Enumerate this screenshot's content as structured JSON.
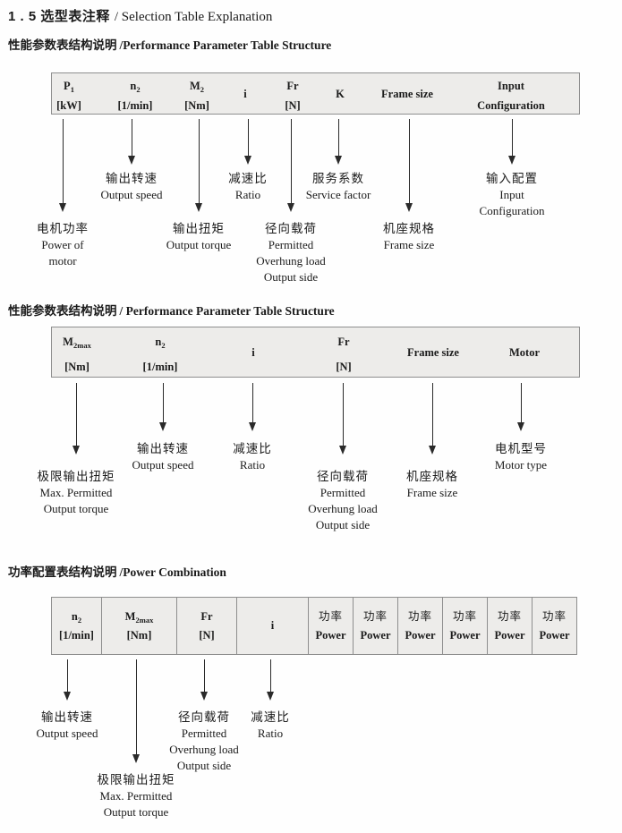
{
  "title": {
    "zh": "1 . 5 选型表注释",
    "en": "/ Selection Table Explanation"
  },
  "s1": {
    "heading": {
      "zh": "性能参数表结构说明",
      "en": "/Performance Parameter Table Structure"
    },
    "columns": [
      {
        "l1": "P",
        "sub": "1",
        "l2": "[kW]"
      },
      {
        "l1": "n",
        "sub": "2",
        "l2": "[1/min]"
      },
      {
        "l1": "M",
        "sub": "2",
        "l2": "[Nm]"
      },
      {
        "l1": "i"
      },
      {
        "l1": "Fr",
        "l2": "[N]"
      },
      {
        "l1": "K"
      },
      {
        "l1": "Frame size"
      },
      {
        "l1": "Input",
        "l2": "Configuration"
      }
    ],
    "callouts": [
      {
        "lines": [
          "电机功率",
          "Power of",
          "motor"
        ]
      },
      {
        "lines": [
          "输出转速",
          "Output speed"
        ]
      },
      {
        "lines": [
          "输出扭矩",
          "Output torque"
        ]
      },
      {
        "lines": [
          "减速比",
          "Ratio"
        ]
      },
      {
        "lines": [
          "径向载荷",
          "Permitted",
          "Overhung load",
          "Output side"
        ]
      },
      {
        "lines": [
          "服务系数",
          "Service factor"
        ]
      },
      {
        "lines": [
          "机座规格",
          "Frame size"
        ]
      },
      {
        "lines": [
          "输入配置",
          "Input",
          "Configuration"
        ]
      }
    ]
  },
  "s2": {
    "heading": {
      "zh": "性能参数表结构说明",
      "en": "/ Performance Parameter Table Structure"
    },
    "columns": [
      {
        "l1": "M",
        "sub": "2max",
        "l2": "[Nm]"
      },
      {
        "l1": "n",
        "sub": "2",
        "l2": "[1/min]"
      },
      {
        "l1": "i"
      },
      {
        "l1": "Fr",
        "l2": "[N]"
      },
      {
        "l1": "Frame size"
      },
      {
        "l1": "Motor"
      }
    ],
    "callouts": [
      {
        "lines": [
          "极限输出扭矩",
          "Max. Permitted",
          "Output torque"
        ]
      },
      {
        "lines": [
          "输出转速",
          "Output speed"
        ]
      },
      {
        "lines": [
          "减速比",
          "Ratio"
        ]
      },
      {
        "lines": [
          "径向载荷",
          "Permitted",
          "Overhung load",
          "Output side"
        ]
      },
      {
        "lines": [
          "机座规格",
          "Frame size"
        ]
      },
      {
        "lines": [
          "电机型号",
          "Motor type"
        ]
      }
    ]
  },
  "s3": {
    "heading": {
      "zh": "功率配置表结构说明",
      "en": "/Power Combination"
    },
    "columns": [
      {
        "l1": "n",
        "sub": "2",
        "l2": "[1/min]"
      },
      {
        "l1": "M",
        "sub": "2max",
        "l2": "[Nm]"
      },
      {
        "l1": "Fr",
        "l2": "[N]"
      },
      {
        "l1": "i"
      }
    ],
    "power_cells": [
      {
        "zh": "功率",
        "en": "Power"
      },
      {
        "zh": "功率",
        "en": "Power"
      },
      {
        "zh": "功率",
        "en": "Power"
      },
      {
        "zh": "功率",
        "en": "Power"
      },
      {
        "zh": "功率",
        "en": "Power"
      },
      {
        "zh": "功率",
        "en": "Power"
      }
    ],
    "callouts": [
      {
        "lines": [
          "输出转速",
          "Output speed"
        ]
      },
      {
        "lines": [
          "极限输出扭矩",
          "Max. Permitted",
          "Output torque"
        ]
      },
      {
        "lines": [
          "径向载荷",
          "Permitted",
          "Overhung load",
          "Output side"
        ]
      },
      {
        "lines": [
          "减速比",
          "Ratio"
        ]
      }
    ]
  }
}
